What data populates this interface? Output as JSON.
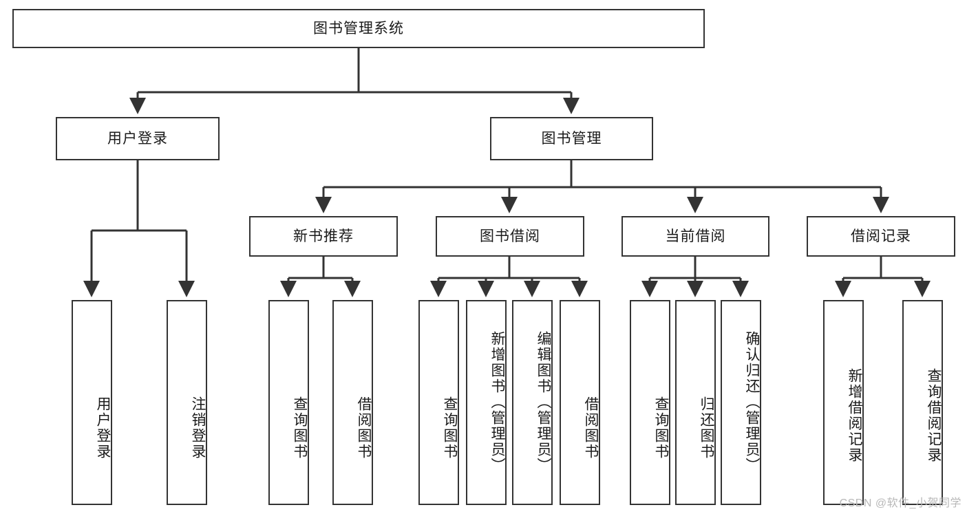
{
  "diagram": {
    "title": "图书管理系统",
    "type": "tree",
    "watermark": "CSDN @软件_小贺同学",
    "colors": {
      "border": "#333333",
      "background": "#ffffff",
      "text": "#1a1a1a",
      "watermark": "#b8b8b8"
    },
    "nodes": {
      "root": {
        "label": "图书管理系统",
        "level": 0,
        "orientation": "horizontal"
      },
      "l1_user_login": {
        "label": "用户登录",
        "level": 1,
        "orientation": "horizontal"
      },
      "l1_book_mgmt": {
        "label": "图书管理",
        "level": 1,
        "orientation": "horizontal"
      },
      "l2_new_book_rec": {
        "label": "新书推荐",
        "level": 2,
        "orientation": "horizontal"
      },
      "l2_book_borrow": {
        "label": "图书借阅",
        "level": 2,
        "orientation": "horizontal"
      },
      "l2_current_borrow": {
        "label": "当前借阅",
        "level": 2,
        "orientation": "horizontal"
      },
      "l2_borrow_record": {
        "label": "借阅记录",
        "level": 2,
        "orientation": "horizontal"
      },
      "leaf_user_login": {
        "label": "用户登录",
        "level": 3,
        "orientation": "vertical",
        "parent": "用户登录"
      },
      "leaf_user_logout": {
        "label": "注销登录",
        "level": 3,
        "orientation": "vertical",
        "parent": "用户登录"
      },
      "leaf_rec_query": {
        "label": "查询图书",
        "level": 3,
        "orientation": "vertical",
        "parent": "新书推荐"
      },
      "leaf_rec_borrow": {
        "label": "借阅图书",
        "level": 3,
        "orientation": "vertical",
        "parent": "新书推荐"
      },
      "leaf_borrow_query": {
        "label": "查询图书",
        "level": 3,
        "orientation": "vertical",
        "parent": "图书借阅"
      },
      "leaf_borrow_add": {
        "label": "新增图书（管理员）",
        "level": 3,
        "orientation": "vertical",
        "parent": "图书借阅"
      },
      "leaf_borrow_edit": {
        "label": "编辑图书（管理员）",
        "level": 3,
        "orientation": "vertical",
        "parent": "图书借阅"
      },
      "leaf_borrow_do": {
        "label": "借阅图书",
        "level": 3,
        "orientation": "vertical",
        "parent": "图书借阅"
      },
      "leaf_cur_query": {
        "label": "查询图书",
        "level": 3,
        "orientation": "vertical",
        "parent": "当前借阅"
      },
      "leaf_cur_return": {
        "label": "归还图书",
        "level": 3,
        "orientation": "vertical",
        "parent": "当前借阅"
      },
      "leaf_cur_confirm": {
        "label": "确认归还（管理员）",
        "level": 3,
        "orientation": "vertical",
        "parent": "当前借阅"
      },
      "leaf_rec_add": {
        "label": "新增借阅记录",
        "level": 3,
        "orientation": "vertical",
        "parent": "借阅记录"
      },
      "leaf_rec_search": {
        "label": "查询借阅记录",
        "level": 3,
        "orientation": "vertical",
        "parent": "借阅记录"
      }
    }
  }
}
